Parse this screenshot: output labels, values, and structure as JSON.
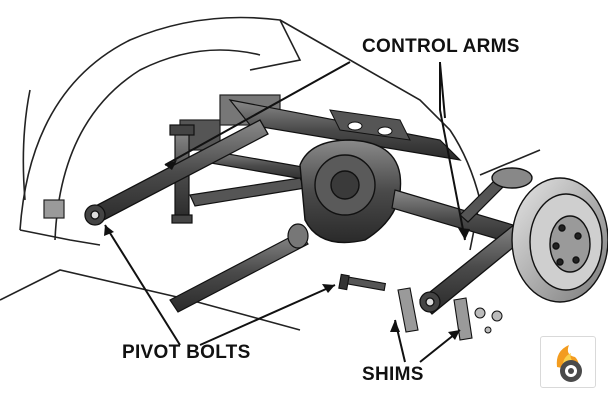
{
  "diagram": {
    "labels": {
      "control_arms": "CONTROL ARMS",
      "pivot_bolts": "PIVOT BOLTS",
      "shims": "SHIMS"
    }
  },
  "colors": {
    "ink": "#111111",
    "paper": "#ffffff",
    "metal_dark": "#3a3a3a",
    "metal_mid": "#6f6f6f",
    "metal_light": "#bdbdbd",
    "logo_orange": "#f39c1f"
  }
}
